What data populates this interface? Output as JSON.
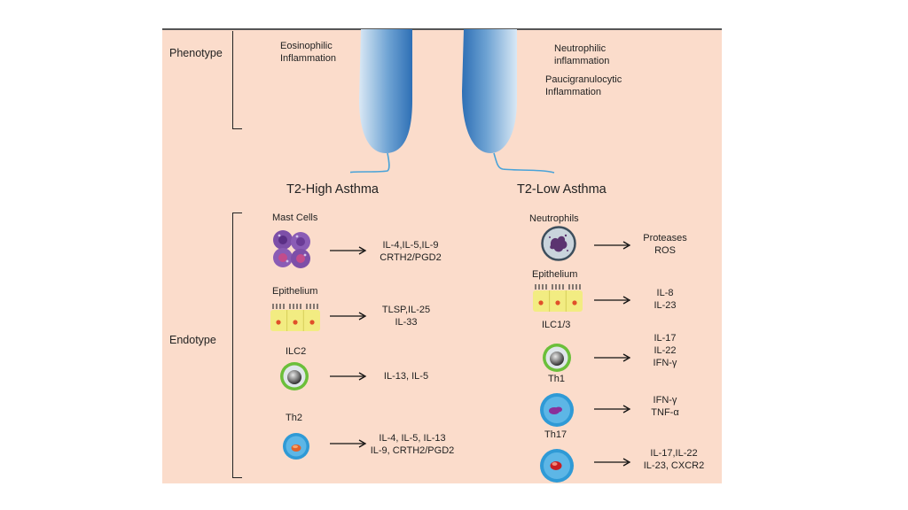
{
  "phenotype": {
    "label": "Phenotype",
    "left": [
      "Eosinophilic",
      "Inflammation"
    ],
    "right_a": [
      "Neutrophilic",
      "inflammation"
    ],
    "right_b": [
      "Paucigranulocytic",
      "Inflammation"
    ]
  },
  "endotype": {
    "label": "Endotype"
  },
  "t2_high": {
    "title": "T2-High Asthma",
    "rows": [
      {
        "cell": "Mast Cells",
        "output": [
          "IL-4,IL-5,IL-9",
          "CRTH2/PGD2"
        ]
      },
      {
        "cell": "Epithelium",
        "output": [
          "TLSP,IL-25",
          "IL-33"
        ]
      },
      {
        "cell": "ILC2",
        "output": [
          "IL-13, IL-5"
        ]
      },
      {
        "cell": "Th2",
        "output": [
          "IL-4, IL-5, IL-13",
          "IL-9, CRTH2/PGD2"
        ]
      }
    ]
  },
  "t2_low": {
    "title": "T2-Low Asthma",
    "rows": [
      {
        "cell": "Neutrophils",
        "output": [
          "Proteases",
          "ROS"
        ]
      },
      {
        "cell": "Epithelium",
        "output": [
          "IL-8",
          "IL-23"
        ]
      },
      {
        "cell": "ILC1/3",
        "output": [
          "IL-17",
          "IL-22",
          "IFN-γ"
        ]
      },
      {
        "cell": "Th1",
        "output": [
          "IFN-γ",
          "TNF-α"
        ]
      },
      {
        "cell": "Th17",
        "output": [
          "IL-17,IL-22",
          "IL-23, CXCR2"
        ]
      }
    ]
  }
}
